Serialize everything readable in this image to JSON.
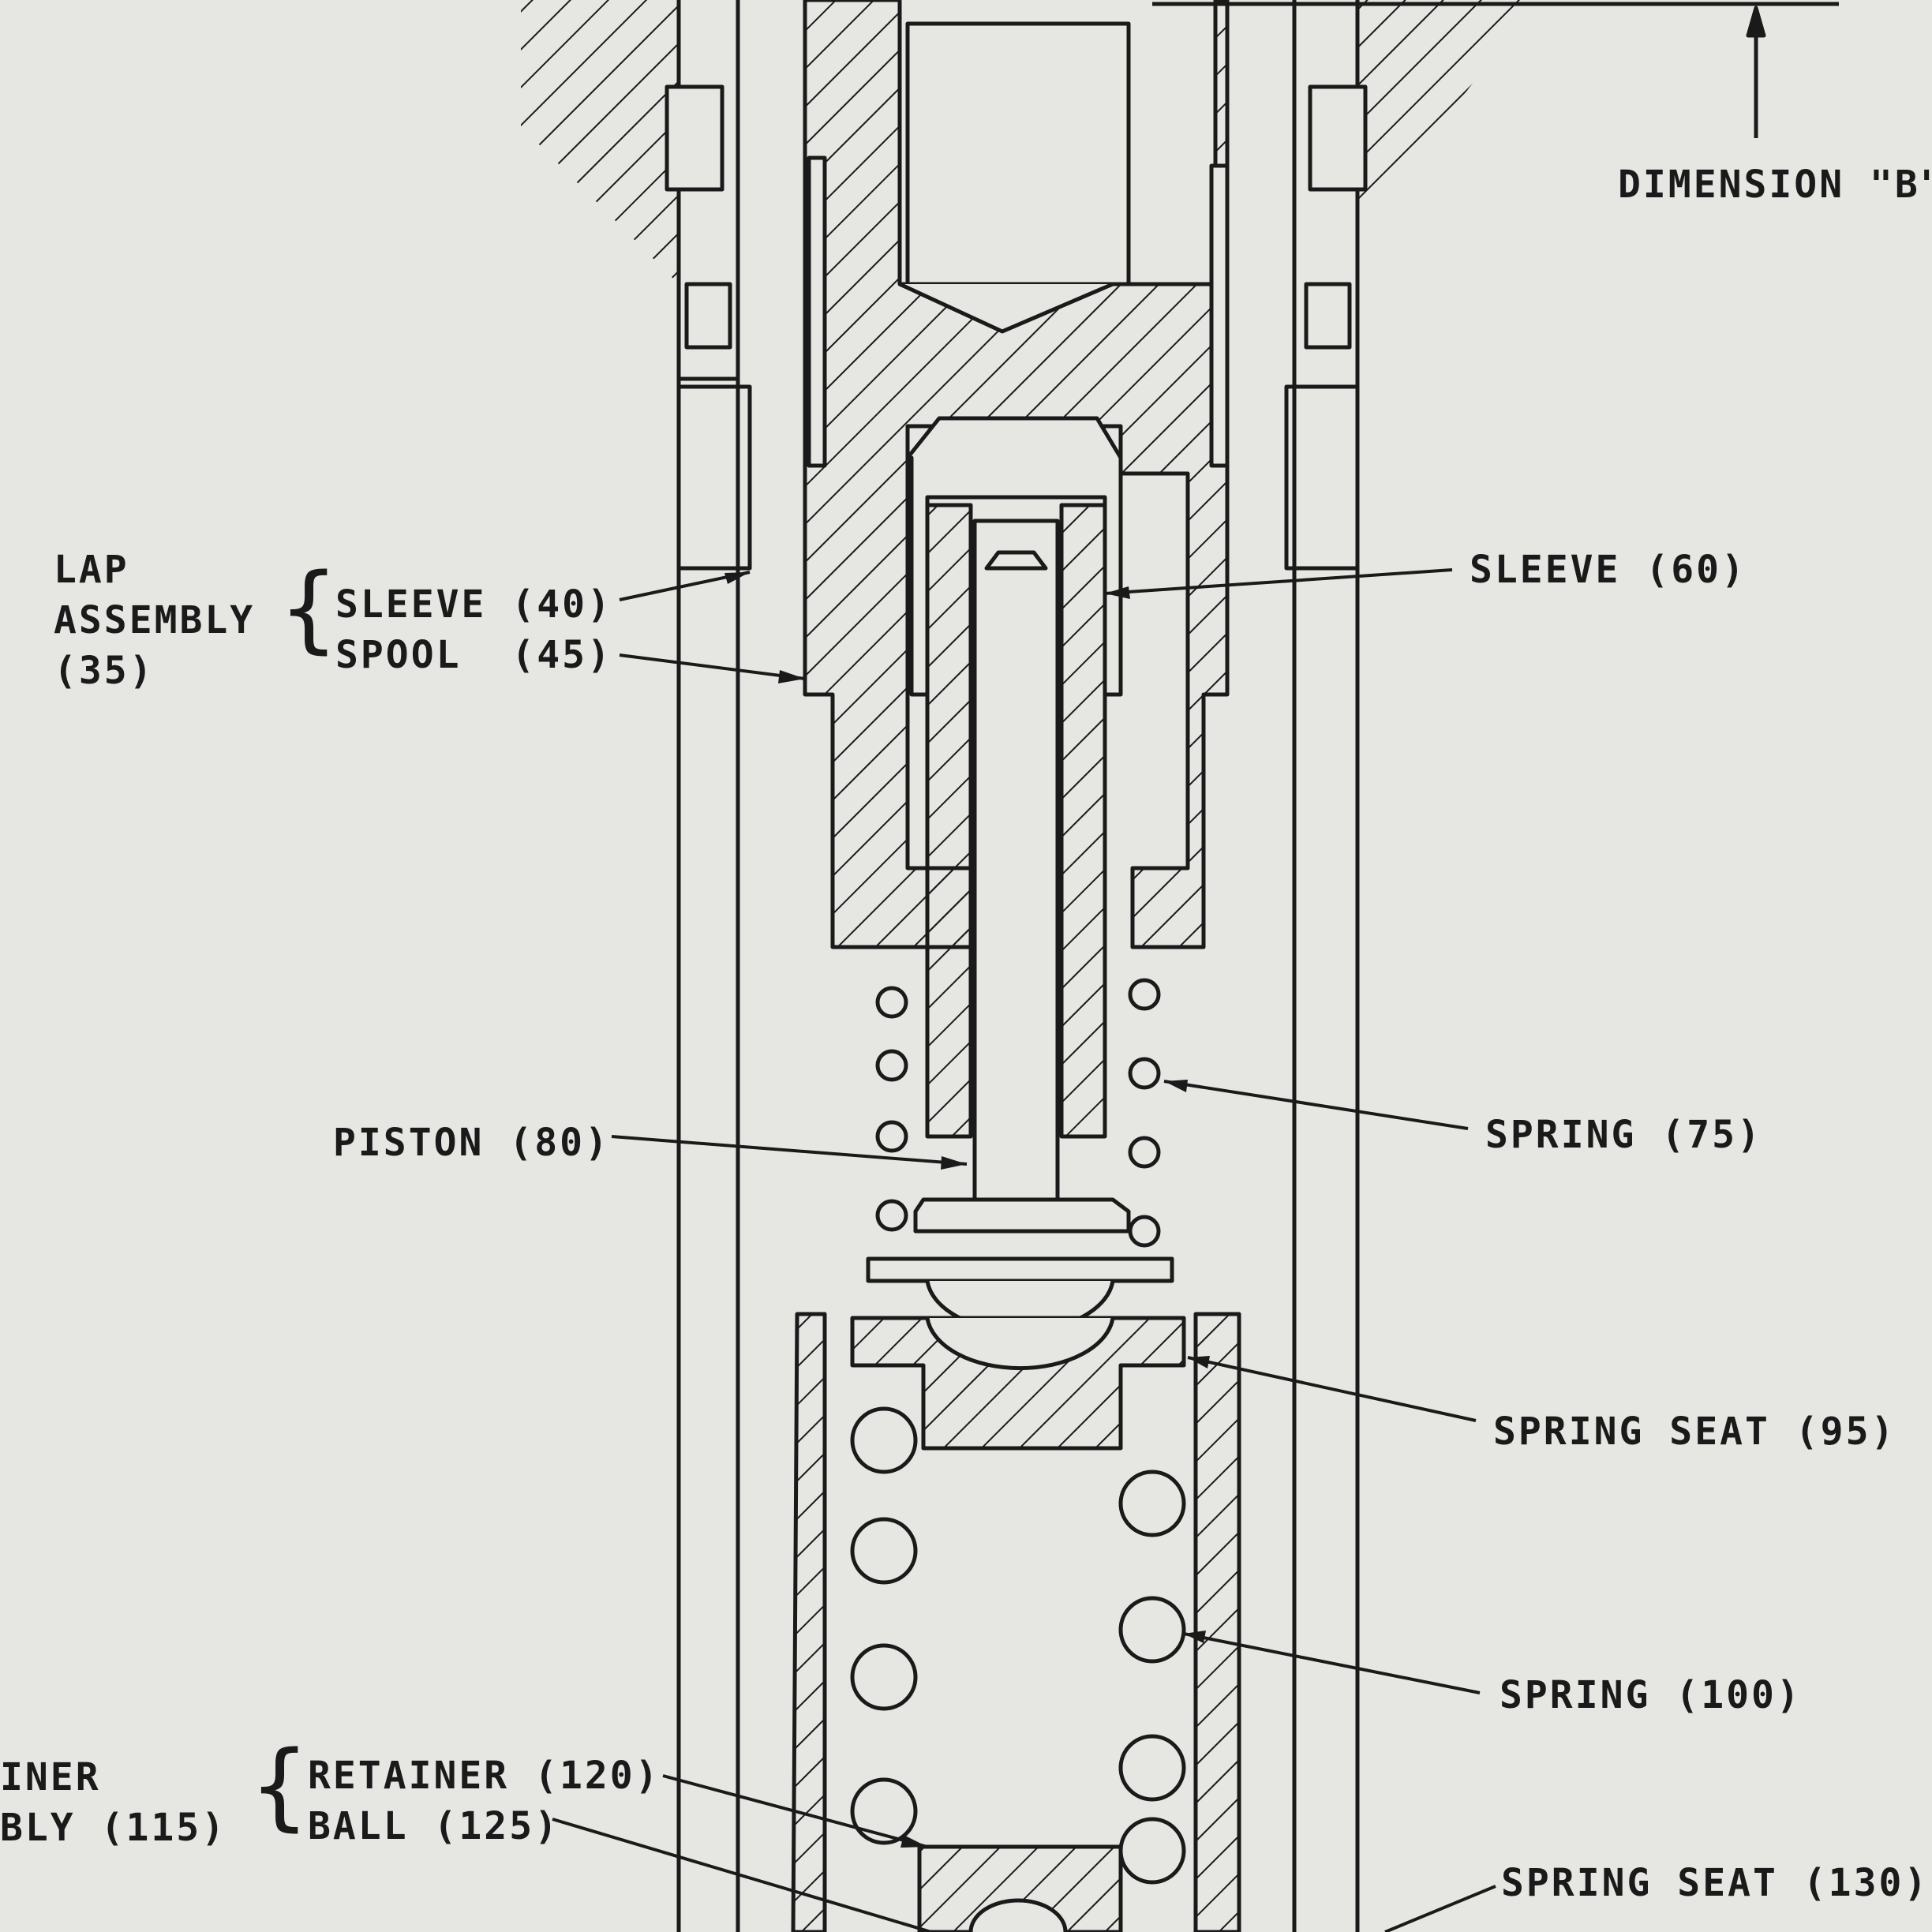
{
  "diagram": {
    "dimension_label": "DIMENSION \"B\"",
    "lap_assembly": {
      "title_line1": "LAP",
      "title_line2": "ASSEMBLY",
      "title_line3": "(35)"
    },
    "sleeve_40": "SLEEVE (40)",
    "spool_45": "SPOOL  (45)",
    "sleeve_60": "SLEEVE (60)",
    "piston_80": "PISTON (80)",
    "spring_75": "SPRING (75)",
    "spring_seat_95": "SPRING SEAT (95)",
    "spring_100": "SPRING (100)",
    "retainer_assembly": {
      "line1": "INER",
      "line2": "BLY (115)"
    },
    "retainer_120": "RETAINER (120)",
    "ball_125": "BALL (125)",
    "spring_seat_130": "SPRING SEAT (130)"
  },
  "colors": {
    "background": "#e6e7e3",
    "ink": "#1a1a1a"
  }
}
